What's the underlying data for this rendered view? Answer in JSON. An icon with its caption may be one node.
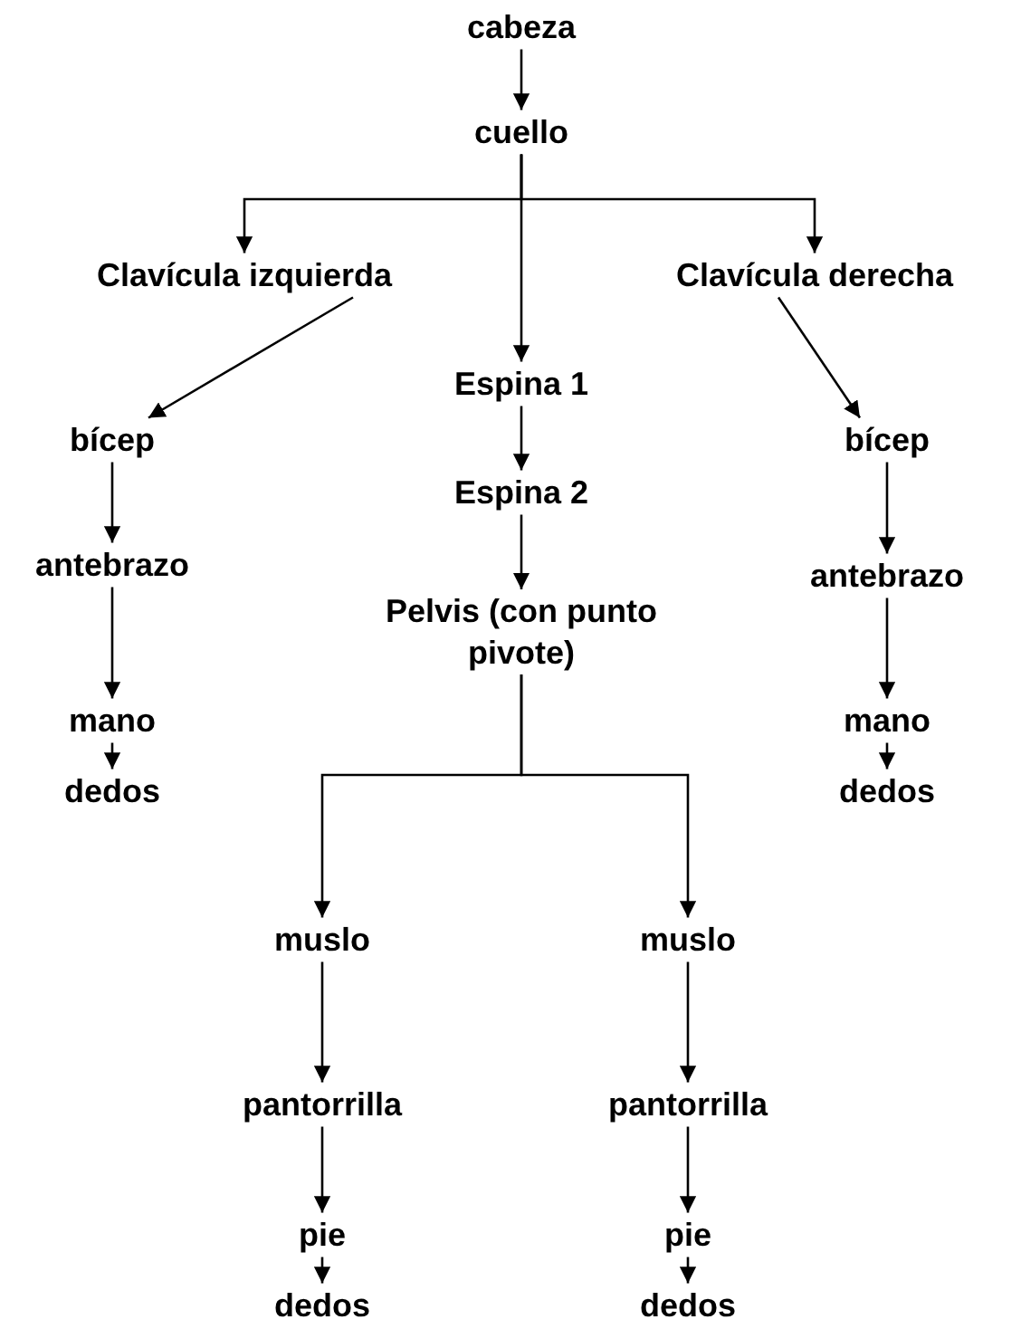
{
  "diagram": {
    "nodes": [
      {
        "text": [
          "cabeza"
        ]
      },
      {
        "text": [
          "cuello"
        ]
      },
      {
        "text": [
          "Clavícula izquierda"
        ]
      },
      {
        "text": [
          "Clavícula derecha"
        ]
      },
      {
        "text": [
          "bícep"
        ]
      },
      {
        "text": [
          "Espina 1"
        ]
      },
      {
        "text": [
          "bícep"
        ]
      },
      {
        "text": [
          "antebrazo"
        ]
      },
      {
        "text": [
          "Espina 2"
        ]
      },
      {
        "text": [
          "antebrazo"
        ]
      },
      {
        "text": [
          "Pelvis (con punto pivote)"
        ]
      },
      {
        "text": [
          "mano"
        ]
      },
      {
        "text": [
          "mano"
        ]
      },
      {
        "text": [
          "dedos"
        ]
      },
      {
        "text": [
          "dedos"
        ]
      },
      {
        "text": [
          "muslo"
        ]
      },
      {
        "text": [
          "muslo"
        ]
      },
      {
        "text": [
          "pantorrilla"
        ]
      },
      {
        "text": [
          "pantorrilla"
        ]
      },
      {
        "text": [
          "pie"
        ]
      },
      {
        "text": [
          "pie"
        ]
      },
      {
        "text": [
          "dedos"
        ]
      },
      {
        "text": [
          "dedos"
        ]
      }
    ],
    "edges": [
      {
        "from": 0,
        "to": 1,
        "arrow": "to"
      },
      {
        "from": 1,
        "to": 2,
        "arrow": "to"
      },
      {
        "from": 1,
        "to": 3,
        "arrow": "to"
      },
      {
        "from": 1,
        "to": 5,
        "arrow": "to"
      },
      {
        "from": 2,
        "to": 4,
        "arrow": "to"
      },
      {
        "from": 4,
        "to": 7,
        "arrow": "to"
      },
      {
        "from": 7,
        "to": 11,
        "arrow": "to"
      },
      {
        "from": 11,
        "to": 13,
        "arrow": "to"
      },
      {
        "from": 3,
        "to": 6,
        "arrow": "to"
      },
      {
        "from": 6,
        "to": 9,
        "arrow": "to"
      },
      {
        "from": 9,
        "to": 12,
        "arrow": "to"
      },
      {
        "from": 12,
        "to": 14,
        "arrow": "to"
      },
      {
        "from": 5,
        "to": 8,
        "arrow": "to"
      },
      {
        "from": 8,
        "to": 10,
        "arrow": "to"
      },
      {
        "from": 10,
        "to": 15,
        "arrow": "to"
      },
      {
        "from": 10,
        "to": 16,
        "arrow": "to"
      },
      {
        "from": 15,
        "to": 17,
        "arrow": "to"
      },
      {
        "from": 17,
        "to": 19,
        "arrow": "to"
      },
      {
        "from": 19,
        "to": 21,
        "arrow": "to"
      },
      {
        "from": 16,
        "to": 18,
        "arrow": "to"
      },
      {
        "from": 18,
        "to": 20,
        "arrow": "to"
      },
      {
        "from": 20,
        "to": 22,
        "arrow": "to"
      }
    ]
  }
}
